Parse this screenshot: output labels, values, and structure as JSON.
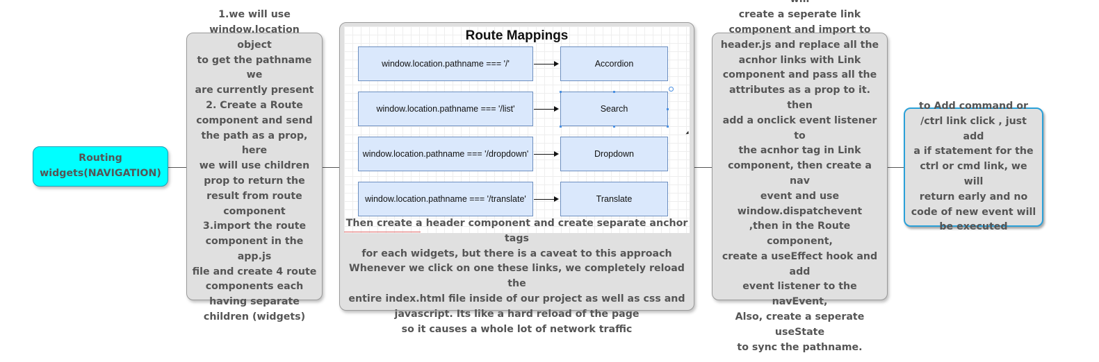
{
  "nodes": {
    "root": "Routing\nwidgets(NAVIGATION)",
    "step1": "1.we will use\nwindow.location object\nto get the pathname we\nare currently present\n2. Create a Route\ncomponent and send\nthe path as a prop, here\nwe will use children\nprop to return the\nresult from route\ncomponent\n3.import the route\ncomponent in the app.js\nfile and create 4 route\ncomponents each\nhaving separate\nchildren (widgets)",
    "step2_caption": "Then create a header component and create separate anchor tags\nfor each widgets, but there is a caveat to this approach\nWhenever we click on one these links, we completely reload the\nentire index.html file inside of our project as well as css and\njavascript. Its like a hard reload of the page\nso it causes a whole lot of network traffic",
    "step3": "to solve this problem , we will\ncreate a seperate link\ncomponent and import to\nheader.js and replace all the\nacnhor links with Link\ncomponent and pass all the\nattributes as a prop to it. then\nadd a onclick  event listener to\nthe acnhor tag in Link\ncomponent, then create a nav\nevent  and use\nwindow.dispatchevent\n,then in the Route component,\ncreate a useEffect hook and add\nevent listener to the navEvent,\nAlso, create a seperate useState\nto sync the pathname.",
    "step4": "to Add command or\n/ctrl link click , just add\na if statement for the\nctrl or cmd link, we will\nreturn early and no\ncode of new event will\nbe executed"
  },
  "route_mappings": {
    "title": "Route Mappings",
    "rows": [
      {
        "path": "window.location.pathname === '/'",
        "component": "Accordion"
      },
      {
        "path": "window.location.pathname === '/list'",
        "component": "Search"
      },
      {
        "path": "window.location.pathname === '/dropdown'",
        "component": "Dropdown"
      },
      {
        "path": "window.location.pathname === '/translate'",
        "component": "Translate"
      }
    ]
  },
  "colors": {
    "root_fill": "#00ffff",
    "node_fill": "#e0e0e0",
    "node_text": "#555555",
    "mapping_fill": "#dae8fc",
    "mapping_border": "#6c8ebf",
    "highlight_border": "#2aa0d8"
  }
}
